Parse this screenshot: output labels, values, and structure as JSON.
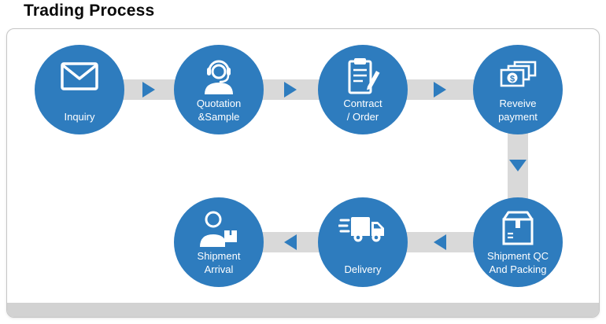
{
  "title": "Trading Process",
  "money_symbol": "$",
  "colors": {
    "circle_blue": "#2e7cbe",
    "connector_gray": "#d9d9d9",
    "card_border": "#c6c6c6",
    "footer_gray": "#d2d2d2"
  },
  "steps": [
    {
      "id": "inquiry",
      "label": "Inquiry",
      "icon": "envelope-icon"
    },
    {
      "id": "quotation-sample",
      "label": "Quotation\n&Sample",
      "icon": "headset-agent-icon"
    },
    {
      "id": "contract-order",
      "label": "Contract\n/ Order",
      "icon": "clipboard-pencil-icon"
    },
    {
      "id": "receive-payment",
      "label": "Reveive\npayment",
      "icon": "banknotes-icon"
    },
    {
      "id": "shipment-qc-packing",
      "label": "Shipment QC\nAnd Packing",
      "icon": "package-box-icon"
    },
    {
      "id": "delivery",
      "label": "Delivery",
      "icon": "delivery-truck-icon"
    },
    {
      "id": "shipment-arrival",
      "label": "Shipment\nArrival",
      "icon": "person-package-icon"
    }
  ]
}
